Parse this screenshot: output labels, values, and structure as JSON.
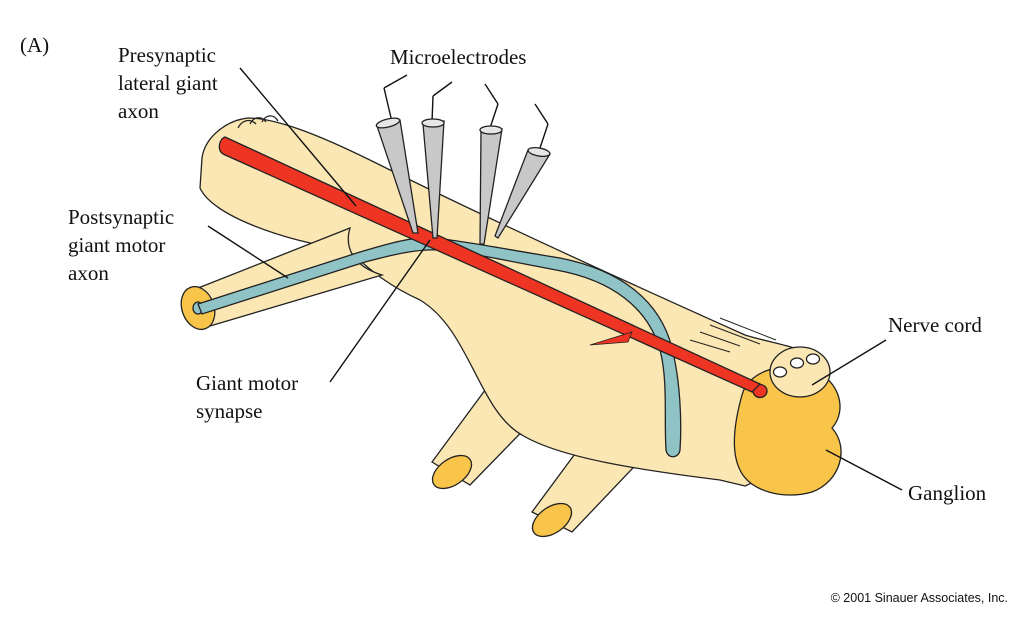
{
  "panel_label": "(A)",
  "labels": {
    "presynaptic": [
      "Presynaptic",
      "lateral giant",
      "axon"
    ],
    "microelectrodes": "Microelectrodes",
    "postsynaptic": [
      "Postsynaptic",
      "giant motor",
      "axon"
    ],
    "giant_motor_synapse": [
      "Giant motor",
      "synapse"
    ],
    "nerve_cord": "Nerve cord",
    "ganglion": "Ganglion"
  },
  "copyright": "© 2001 Sinauer Associates, Inc.",
  "colors": {
    "tissue": "#fbe7b3",
    "ganglion": "#f8c54a",
    "lateral_giant_axon": "#ee3524",
    "motor_axon": "#8fc3c6",
    "electrode": "#c8c8c8",
    "outline": "#222222"
  }
}
